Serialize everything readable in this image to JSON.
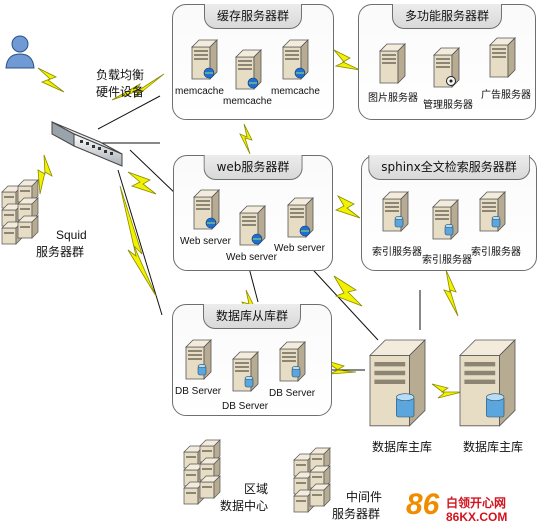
{
  "groups": {
    "cache": {
      "title": "缓存服务器群",
      "labels": [
        "memcache",
        "memcache",
        "memcache"
      ]
    },
    "multi": {
      "title": "多功能服务器群",
      "labels": [
        "图片服务器",
        "管理服务器",
        "广告服务器"
      ]
    },
    "web": {
      "title": "web服务器群",
      "labels": [
        "Web server",
        "Web server",
        "Web server"
      ]
    },
    "sphinx": {
      "title": "sphinx全文检索服务器群",
      "labels": [
        "索引服务器",
        "索引服务器",
        "索引服务器"
      ]
    },
    "dbslave": {
      "title": "数据库从库群",
      "labels": [
        "DB Server",
        "DB Server",
        "DB Server"
      ]
    }
  },
  "loadbalancer": {
    "line1": "负载均衡",
    "line2": "硬件设备"
  },
  "squid": {
    "line1": "Squid",
    "line2": "服务器群"
  },
  "master": {
    "left": "数据库主库",
    "right": "数据库主库"
  },
  "region": {
    "line1": "区域",
    "line2": "数据中心"
  },
  "middleware": {
    "line1": "中间件",
    "line2": "服务器群"
  },
  "watermark": {
    "number": "86",
    "cn": "白领开心网",
    "url": "86KX.COM"
  },
  "colors": {
    "bolt": "#f2f200",
    "bolt_stroke": "#8a8a00",
    "globe": "#1f6fd0",
    "db": "#5aa6dd",
    "wm_orange": "#f08c00",
    "wm_red": "#d2141e"
  }
}
